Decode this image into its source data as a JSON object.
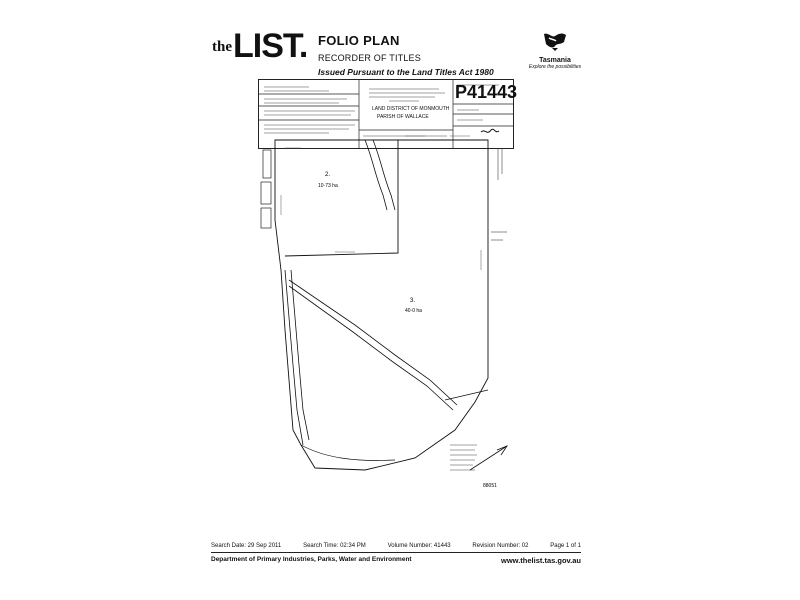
{
  "header": {
    "logo_the": "the",
    "logo_list": "LIST.",
    "title": "FOLIO PLAN",
    "subtitle": "RECORDER OF TITLES",
    "issued": "Issued Pursuant to the Land Titles Act 1980"
  },
  "agency": {
    "name": "Tasmania",
    "tagline": "Explore the possibilities"
  },
  "plan": {
    "registered_number": "P41443",
    "land_district": "LAND DISTRICT OF MONMOUTH",
    "parish": "PARISH OF WALLACE",
    "lot2_label": "2.",
    "lot2_area": "10·73 ha",
    "lot3_label": "3.",
    "lot3_area": "40·0 ha",
    "ref_number": "88051"
  },
  "footer": {
    "search_date": "Search Date: 29 Sep 2011",
    "search_time": "Search Time: 02:34 PM",
    "volume_number": "Volume Number: 41443",
    "revision_number": "Revision Number: 02",
    "page": "Page 1 of 1",
    "department": "Department of Primary Industries, Parks, Water and Environment",
    "website": "www.thelist.tas.gov.au"
  },
  "colors": {
    "ink": "#111111",
    "paper": "#ffffff"
  }
}
